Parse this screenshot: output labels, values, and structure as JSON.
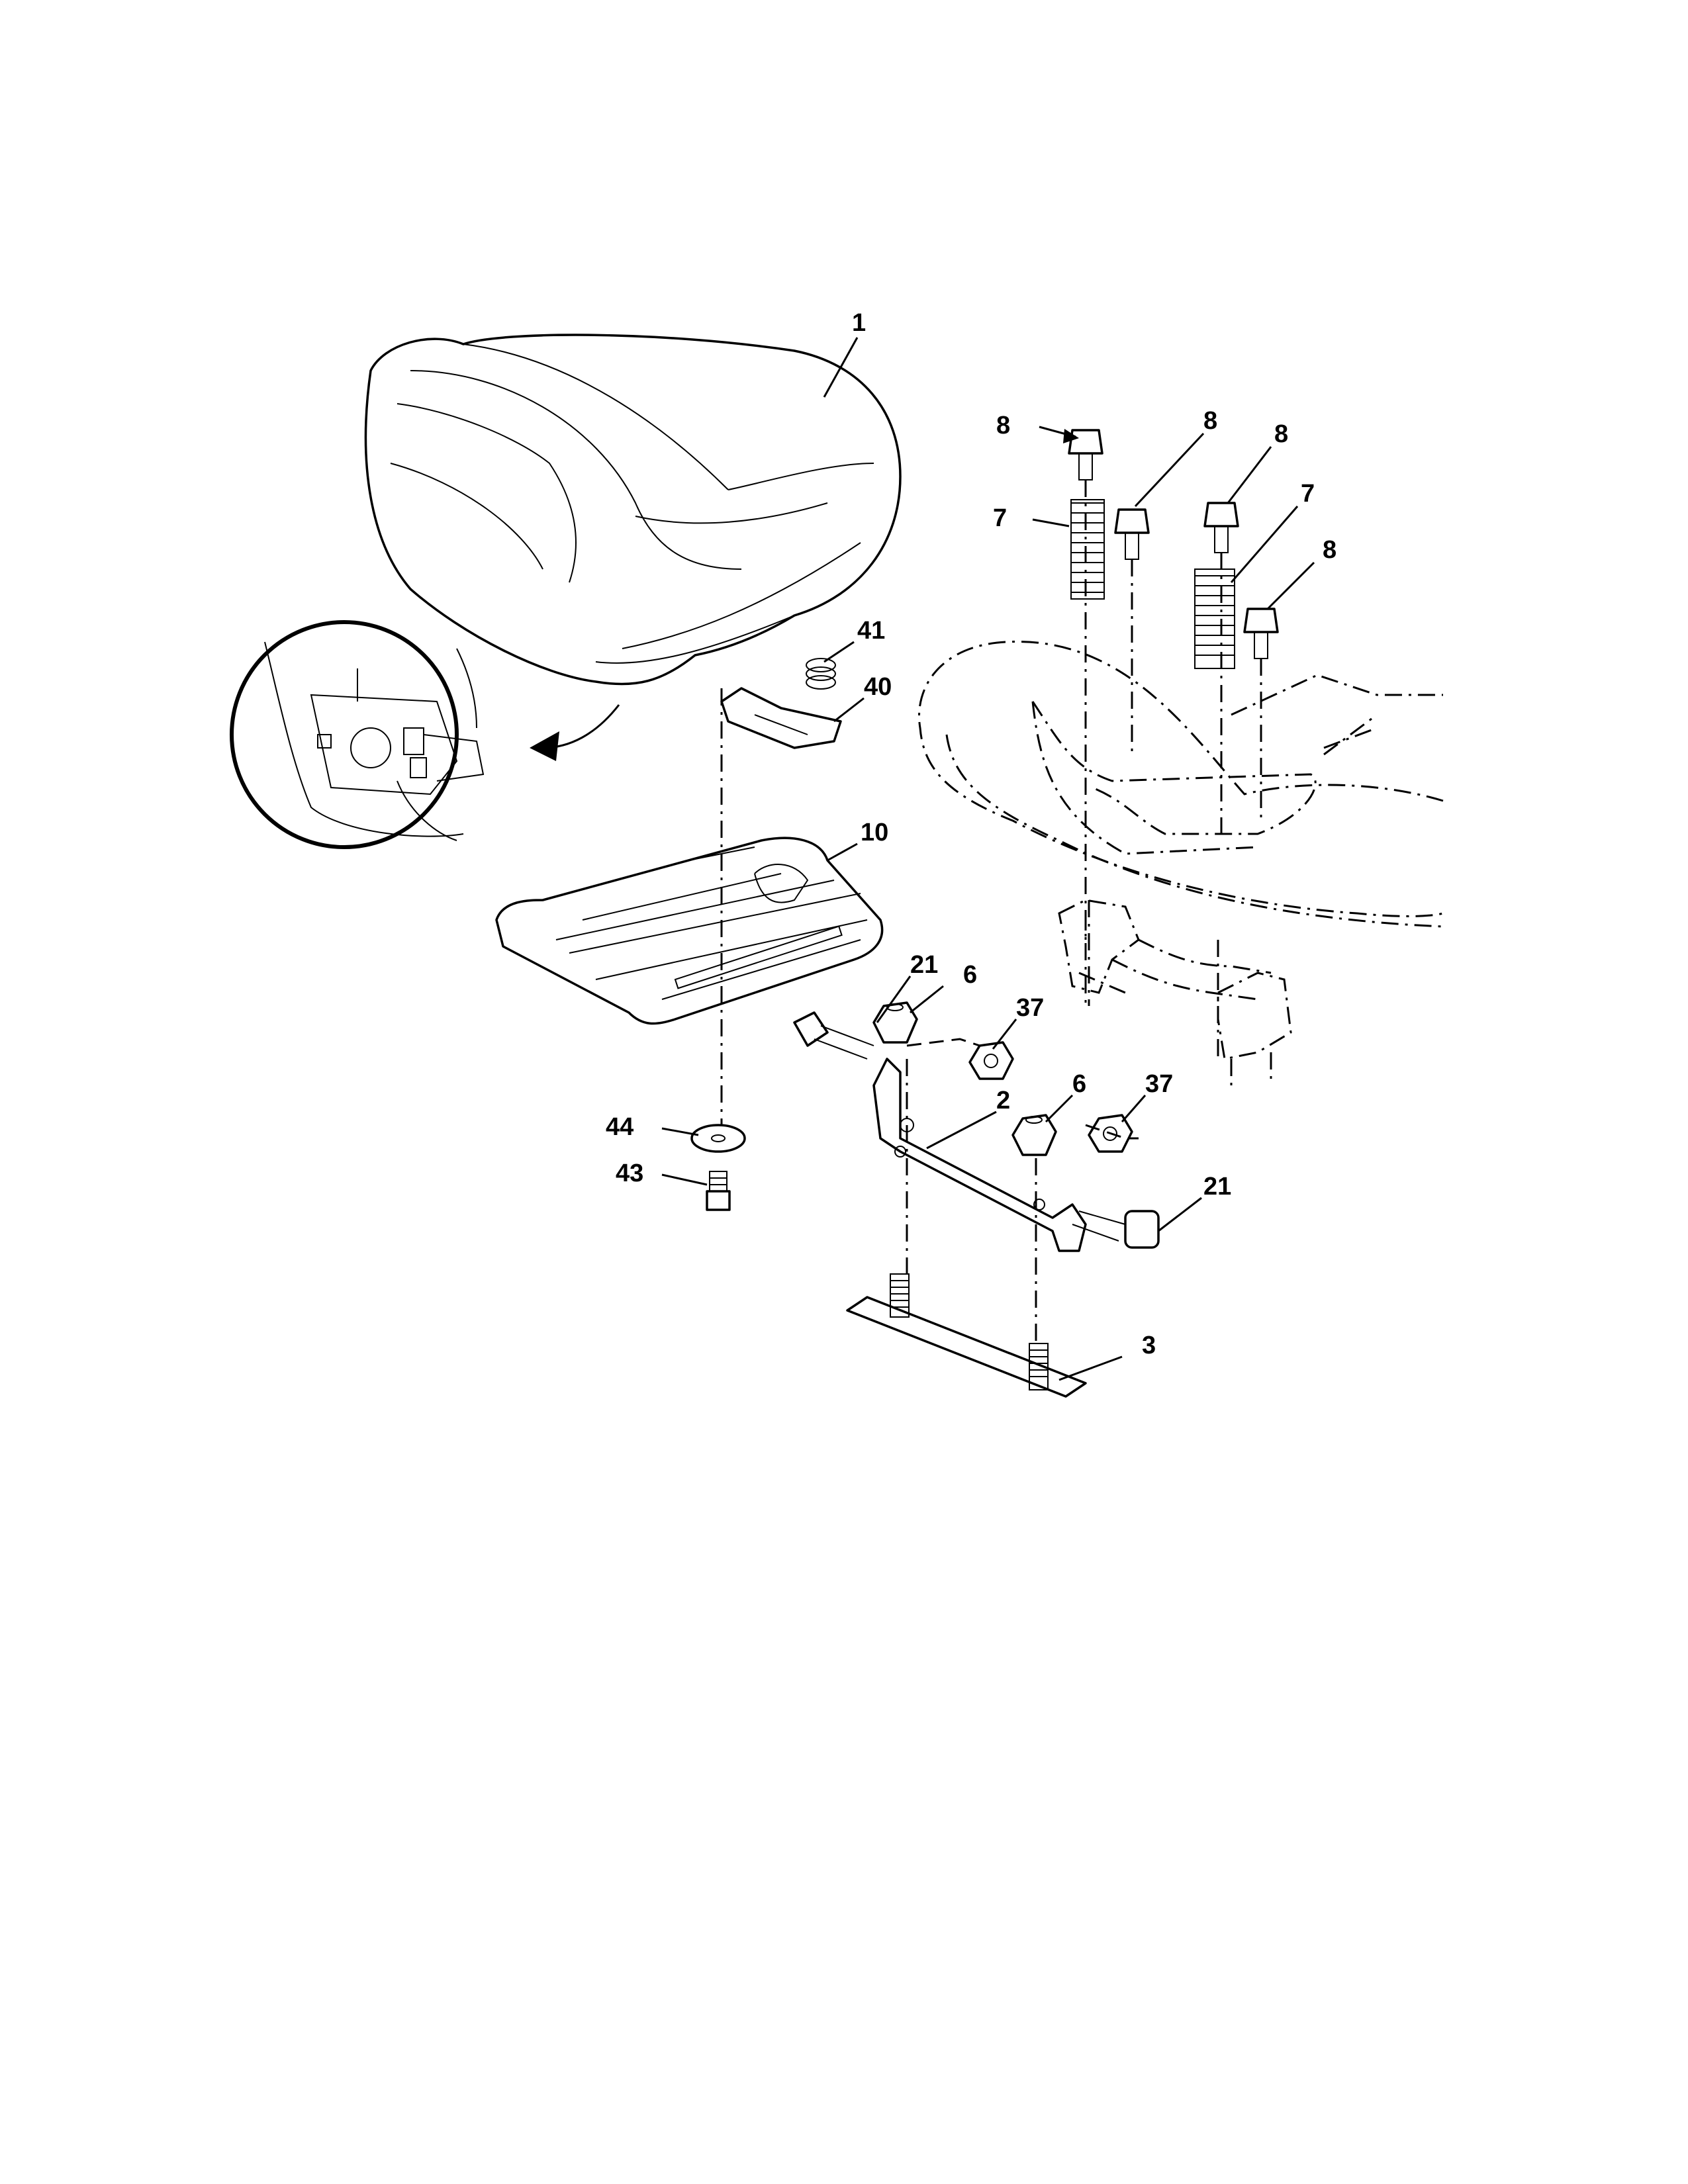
{
  "callouts": {
    "seat": "1",
    "seat_pan": "10",
    "seat_bracket": "2",
    "seat_base_plate": "3",
    "bolt_8_a": "8",
    "bolt_8_b": "8",
    "bolt_8_c": "8",
    "bolt_8_d": "8",
    "spring_7_a": "7",
    "spring_7_b": "7",
    "spring_41": "41",
    "switch_bracket_40": "40",
    "shoulder_bolt_21_a": "21",
    "shoulder_bolt_21_b": "21",
    "nut_6_a": "6",
    "nut_6_b": "6",
    "nut_37_a": "37",
    "nut_37_b": "37",
    "washer_44": "44",
    "bolt_43": "43"
  }
}
